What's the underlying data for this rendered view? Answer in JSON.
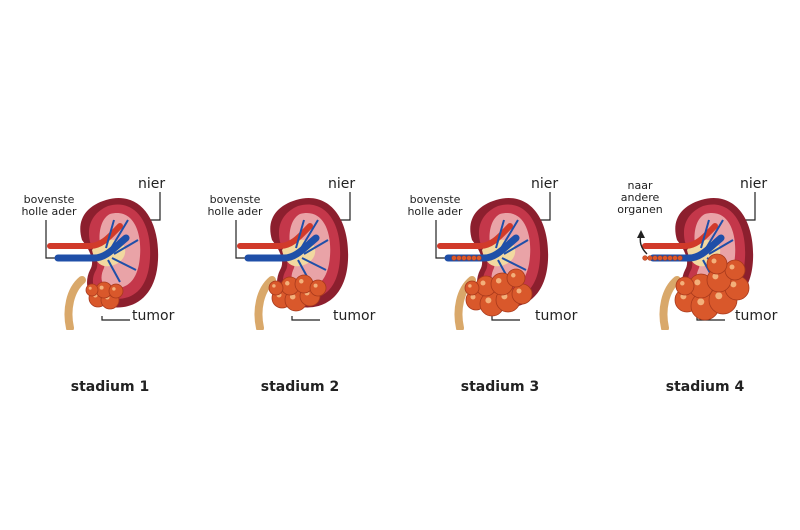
{
  "labels": {
    "kidney": "nier",
    "vein": "bovenste holle ader",
    "vein_line1": "bovenste",
    "vein_line2": "holle ader",
    "tumor": "tumor",
    "spread_line1": "naar",
    "spread_line2": "andere",
    "spread_line3": "organen"
  },
  "stages": [
    {
      "title": "stadium 1",
      "tumor_size": 1
    },
    {
      "title": "stadium 2",
      "tumor_size": 2
    },
    {
      "title": "stadium 3",
      "tumor_size": 3
    },
    {
      "title": "stadium 4",
      "tumor_size": 4
    }
  ],
  "colors": {
    "kidney_outer": "#8c1f2e",
    "kidney_mid": "#c4374a",
    "kidney_inner": "#e9a3a7",
    "pelvis": "#f2d9a0",
    "vein": "#1f4fa8",
    "artery": "#d13a2a",
    "ureter": "#d9a86a",
    "tumor": "#d9582b",
    "tumor_dot": "#f3b07a"
  }
}
